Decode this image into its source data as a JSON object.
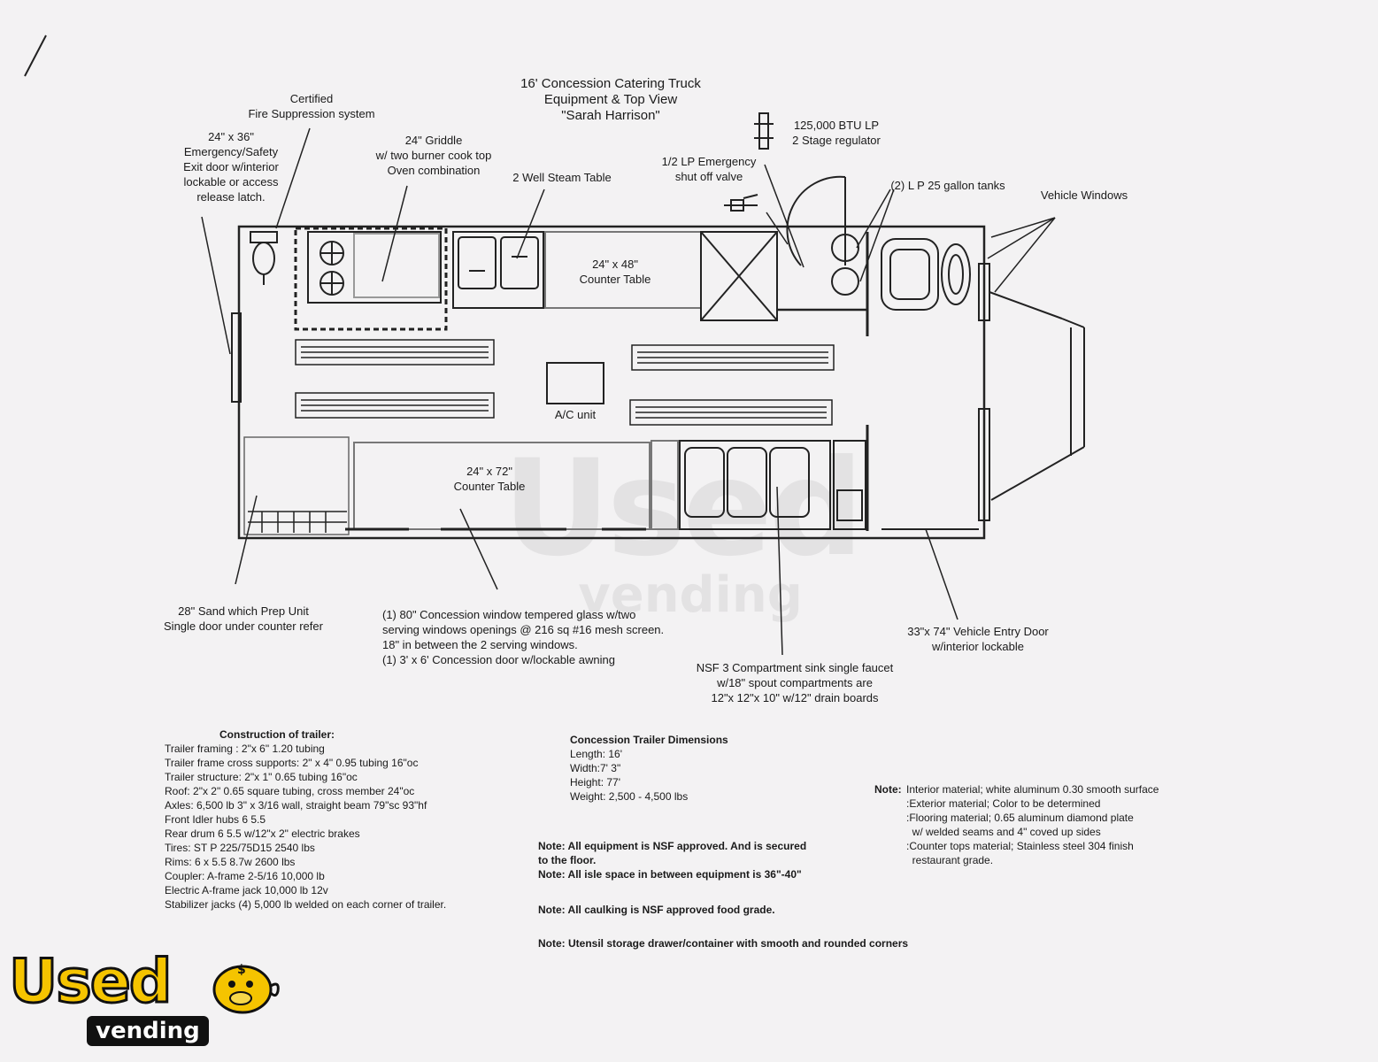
{
  "title": {
    "line1": "16' Concession Catering Truck",
    "line2": "Equipment & Top View",
    "line3": "\"Sarah Harrison\""
  },
  "labels": {
    "fire_suppression": "Certified\nFire Suppression system",
    "emergency_exit": "24\" x 36\"\nEmergency/Safety\nExit door  w/interior\nlockable or access\nrelease latch.",
    "griddle": "24\" Griddle\nw/ two burner cook top\nOven combination",
    "steam_table": "2 Well Steam Table",
    "lp_emergency": "1/2 LP Emergency\nshut off valve",
    "btu_regulator": "125,000 BTU LP\n2 Stage regulator",
    "lp_tanks": "(2) L P 25 gallon tanks",
    "vehicle_windows": "Vehicle Windows",
    "counter_24x48": "24\" x 48\"\nCounter Table",
    "ac_unit": "A/C unit",
    "counter_24x72": "24\" x 72\"\nCounter Table",
    "sandwich_prep": "28\" Sand which Prep Unit\nSingle door under counter refer",
    "concession_window": "(1) 80\" Concession window tempered glass w/two\n      serving windows  openings @ 216 sq #16 mesh screen.\n      18\" in between the 2 serving windows.\n(1)  3' x 6' Concession door w/lockable awning",
    "sink": "NSF 3 Compartment sink single faucet\nw/18\" spout compartments are\n12\"x 12\"x 10\" w/12\" drain boards",
    "entry_door": "33\"x 74\" Vehicle Entry Door\nw/interior lockable"
  },
  "construction": {
    "heading": "Construction of trailer:",
    "items": [
      "Trailer framing : 2\"x 6\" 1.20 tubing",
      "Trailer frame cross supports: 2\" x 4\" 0.95 tubing 16\"oc",
      "Trailer structure: 2\"x 1\" 0.65 tubing 16\"oc",
      "Roof: 2\"x 2\" 0.65 square tubing, cross member 24\"oc",
      "Axles: 6,500 lb 3\" x 3/16 wall, straight beam 79\"sc 93\"hf",
      "Front Idler hubs 6 5.5",
      "Rear drum 6 5.5 w/12\"x 2\" electric brakes",
      "Tires: ST P 225/75D15 2540 lbs",
      "Rims: 6 x 5.5  8.7w 2600 lbs",
      "Coupler: A-frame 2-5/16 10,000 lb",
      "Electric A-frame jack 10,000 lb 12v",
      "Stabilizer jacks  (4) 5,000 lb welded on each corner of trailer."
    ]
  },
  "dimensions": {
    "heading": "Concession Trailer Dimensions",
    "items": [
      "Length: 16'",
      "Width:7' 3\"",
      "Height: 77'",
      "Weight: 2,500 - 4,500 lbs"
    ]
  },
  "notes_bold": [
    "Note: All equipment is NSF approved. And is secured\n          to the floor.",
    "Note: All isle space in between equipment is 36\"-40\"",
    "Note: All caulking is NSF approved food grade.",
    "Note: Utensil storage drawer/container with smooth and rounded corners"
  ],
  "materials_note": {
    "prefix": "Note:",
    "lines": [
      "Interior material; white aluminum 0.30 smooth surface",
      ":Exterior material; Color to be determined",
      ":Flooring material; 0.65 aluminum diamond plate",
      "  w/ welded seams and 4\" coved up sides",
      ":Counter tops material; Stainless steel 304 finish",
      "  restaurant grade."
    ]
  },
  "logo": {
    "used": "Used",
    "vending": "vending"
  },
  "colors": {
    "paper": "#f3f2f3",
    "ink": "#1a1a1a",
    "logo_yellow": "#f5c400"
  }
}
